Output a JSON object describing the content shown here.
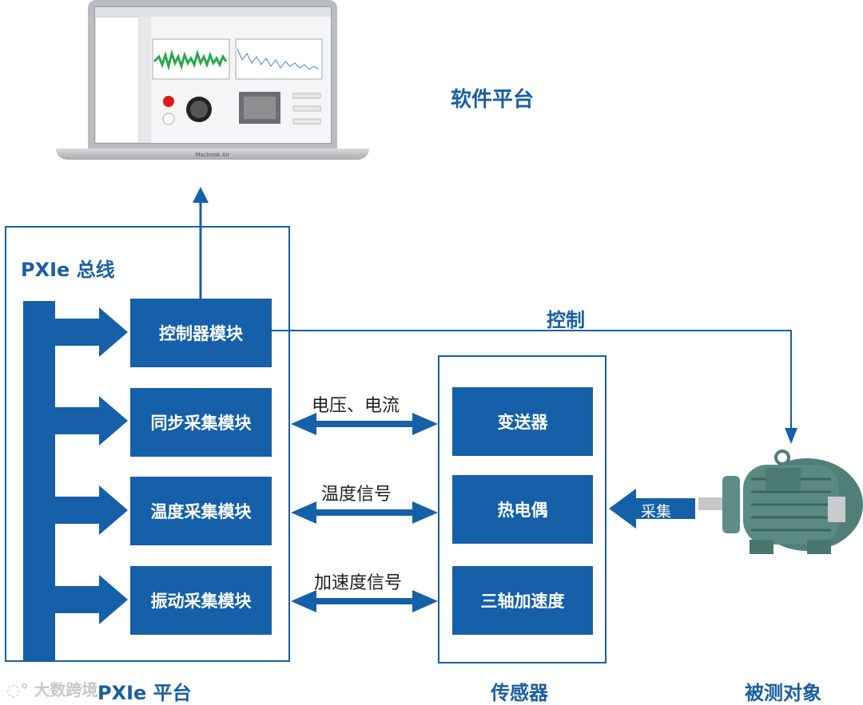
{
  "software_platform": {
    "label": "软件平台"
  },
  "laptop": {
    "brand": "Macbook Air"
  },
  "pxie": {
    "bus_label": "PXIe 总线",
    "platform_label": "PXIe 平台",
    "modules": [
      "控制器模块",
      "同步采集模块",
      "温度采集模块",
      "振动采集模块"
    ]
  },
  "sensors": {
    "label": "传感器",
    "items": [
      "变送器",
      "热电偶",
      "三轴加速度"
    ]
  },
  "signals": [
    "电压、电流",
    "温度信号",
    "加速度信号"
  ],
  "control_label": "控制",
  "acquire_label": "采集",
  "target_label": "被测对象",
  "watermark": "大数跨境",
  "colors": {
    "accent": "#1560a8",
    "motor": "#4f7f78"
  }
}
